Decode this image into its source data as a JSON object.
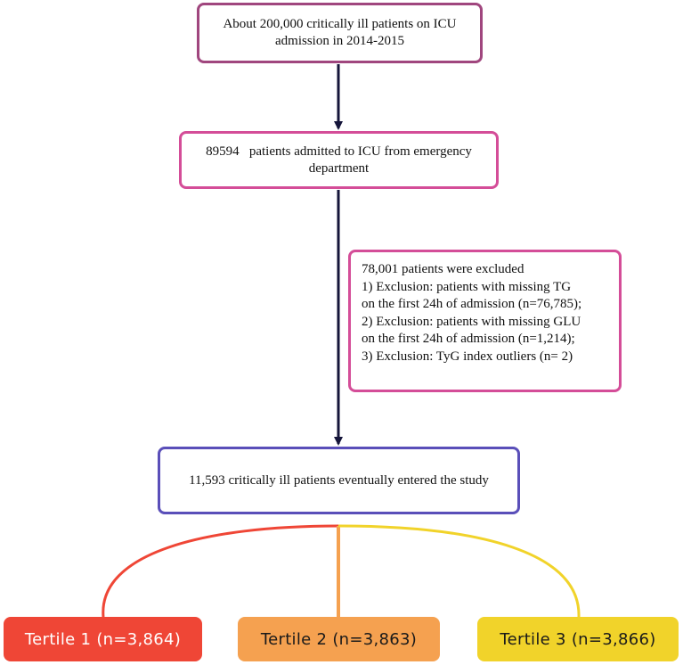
{
  "boxes": {
    "top": {
      "text": "About 200,000 critically ill patients on ICU admission in 2014-2015"
    },
    "ed": {
      "text": "89594   patients admitted to ICU from emergency department"
    },
    "exclusion": {
      "lines": [
        "78,001 patients were excluded",
        "1) Exclusion: patients with missing TG",
        "on the first 24h of admission (n=76,785);",
        "2) Exclusion: patients with missing GLU",
        "on the first 24h of admission (n=1,214);",
        "3) Exclusion: TyG index outliers (n= 2)"
      ]
    },
    "study": {
      "text": "11,593 critically ill patients eventually entered the study"
    }
  },
  "tertiles": [
    {
      "label": "Tertile 1 (n=3,864)"
    },
    {
      "label": "Tertile 2 (n=3,863)"
    },
    {
      "label": "Tertile 3 (n=3,866)"
    }
  ],
  "colors": {
    "top_border": "#a0467e",
    "ed_border": "#d44d98",
    "exclusion_border": "#d44d98",
    "study_border": "#5a4fb9",
    "arrow": "#15153a",
    "tertile_1": "#ef4636",
    "tertile_2": "#f5a150",
    "tertile_3": "#f1d32a"
  }
}
